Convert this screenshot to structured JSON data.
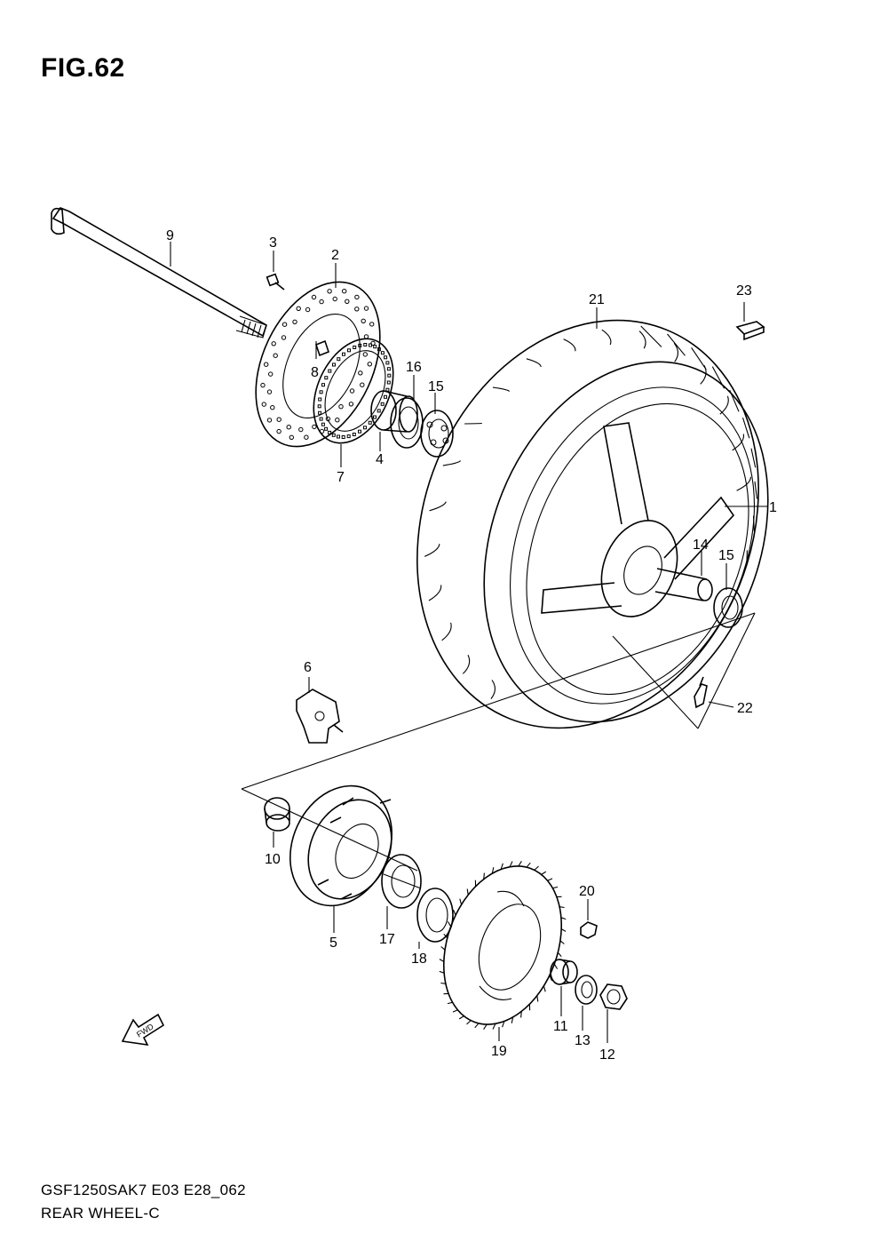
{
  "figure_title": "FIG.62",
  "footer": {
    "model_code": "GSF1250SAK7 E03 E28_062",
    "section_name": "REAR WHEEL-C"
  },
  "fwd_label": "FWD",
  "callouts": {
    "c1": "1",
    "c2": "2",
    "c3": "3",
    "c4": "4",
    "c5": "5",
    "c6": "6",
    "c7": "7",
    "c8": "8",
    "c9": "9",
    "c10": "10",
    "c11": "11",
    "c12": "12",
    "c13": "13",
    "c14": "14",
    "c15a": "15",
    "c15b": "15",
    "c16": "16",
    "c17": "17",
    "c18": "18",
    "c19": "19",
    "c20": "20",
    "c21": "21",
    "c22": "22",
    "c23": "23"
  }
}
